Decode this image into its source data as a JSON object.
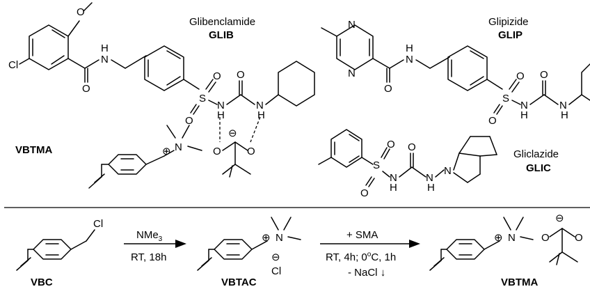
{
  "compounds": {
    "glib": {
      "name": "Glibenclamide",
      "abbr": "GLIB"
    },
    "glip": {
      "name": "Glipizide",
      "abbr": "GLIP"
    },
    "glic": {
      "name": "Gliclazide",
      "abbr": "GLIC"
    },
    "vbtma_top": {
      "abbr": "VBTMA"
    },
    "vbc": {
      "abbr": "VBC"
    },
    "vbtac": {
      "abbr": "VBTAC"
    },
    "vbtma_bottom": {
      "abbr": "VBTMA"
    }
  },
  "atoms": {
    "O": "O",
    "N": "N",
    "S": "S",
    "H": "H",
    "Cl": "Cl",
    "minus": "⊖",
    "plus": "⊕"
  },
  "reactions": {
    "step1": {
      "reagent": "NMe",
      "reagent_sub": "3",
      "conditions": "RT, 18h"
    },
    "step2": {
      "reagent": "+ SMA",
      "conditions": "RT, 4h; 0",
      "deg": "o",
      "conditions_tail": "C, 1h",
      "byproduct": "- NaCl",
      "precip": "↓"
    }
  }
}
